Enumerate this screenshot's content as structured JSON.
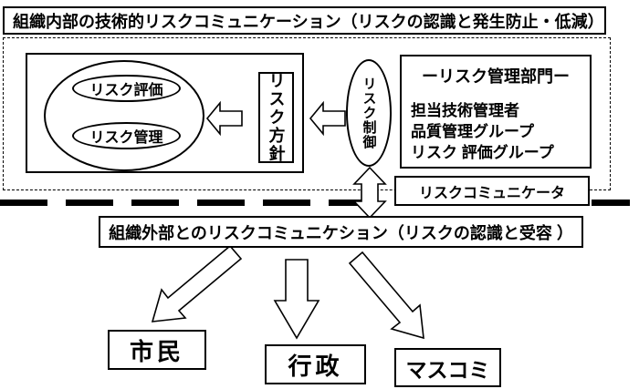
{
  "title": "組織内部の技術的リスクコミュニケーション（リスクの認識と発生防止・低減）",
  "internal": {
    "risk_assessment": "リスク評価",
    "risk_management": "リスク管理",
    "risk_policy": "リスク方針",
    "risk_control": "リスク制御",
    "department": {
      "header": "ーリスク管理部門ー",
      "members": [
        "担当技術管理者",
        "品質管理グループ",
        "リスク 評価グループ"
      ]
    },
    "communicator": "リスクコミュニケータ"
  },
  "external": {
    "label": "組織外部とのリスクコミュニケション（リスクの認識と受容 ）",
    "targets": [
      "市民",
      "行政",
      "マスコミ"
    ]
  },
  "colors": {
    "line": "#000000",
    "background": "#ffffff",
    "text": "#000000"
  }
}
